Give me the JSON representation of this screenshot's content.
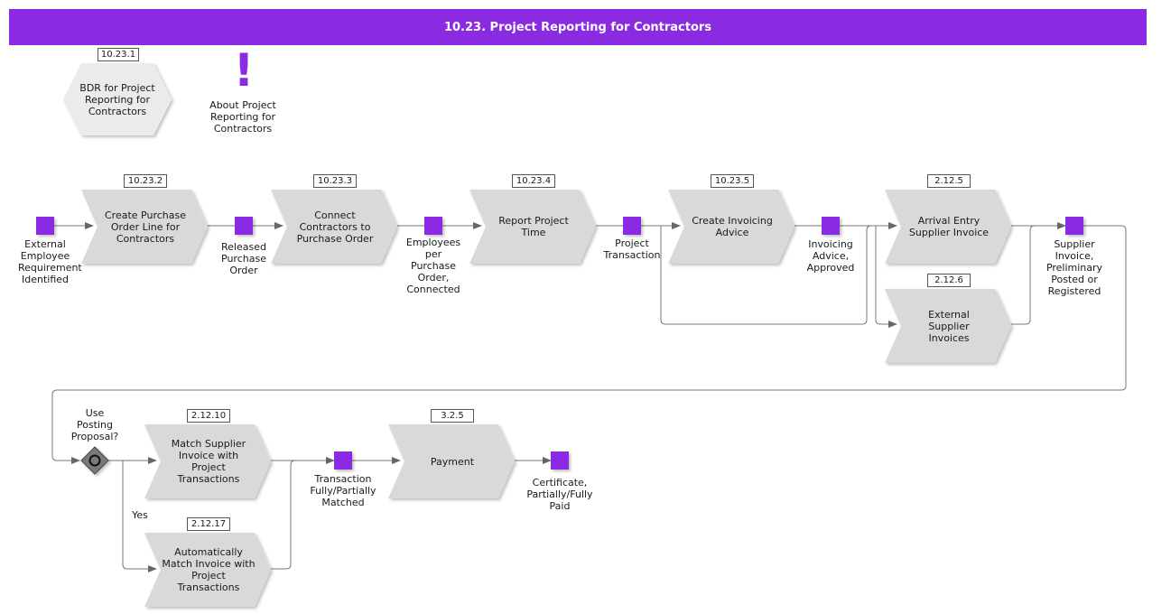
{
  "title": "10.23. Project Reporting for Contractors",
  "colors": {
    "accent": "#8a2be2",
    "process_fill": "#d9d9da",
    "connector": "#777777"
  },
  "bdr": {
    "id": "10.23.1",
    "label": "BDR for Project\nReporting for\nContractors"
  },
  "about": {
    "icon": "!",
    "label": "About Project\nReporting for\nContractors"
  },
  "processes": [
    {
      "id": "10.23.2",
      "label": "Create Purchase\nOrder Line for\nContractors"
    },
    {
      "id": "10.23.3",
      "label": "Connect\nContractors to\nPurchase Order"
    },
    {
      "id": "10.23.4",
      "label": "Report Project\nTime"
    },
    {
      "id": "10.23.5",
      "label": "Create Invoicing\nAdvice"
    },
    {
      "id": "2.12.5",
      "label": "Arrival Entry\nSupplier Invoice"
    },
    {
      "id": "2.12.6",
      "label": "External\nSupplier\nInvoices"
    },
    {
      "id": "2.12.10",
      "label": "Match Supplier\nInvoice with Project\nTransactions"
    },
    {
      "id": "2.12.17",
      "label": "Automatically\nMatch Invoice with\nProject\nTransactions"
    },
    {
      "id": "3.2.5",
      "label": "Payment"
    }
  ],
  "events": [
    "External\nEmployee\nRequirement\nIdentified",
    "Released\nPurchase\nOrder",
    "Employees\nper\nPurchase\nOrder,\nConnected",
    "Project\nTransaction",
    "Invoicing\nAdvice,\nApproved",
    "Supplier\nInvoice,\nPreliminary\nPosted or\nRegistered",
    "Transaction\nFully/Partially\nMatched",
    "Certificate,\nPartially/Fully\nPaid"
  ],
  "gateway": {
    "label": "Use\nPosting\nProposal?",
    "yes_label": "Yes"
  }
}
